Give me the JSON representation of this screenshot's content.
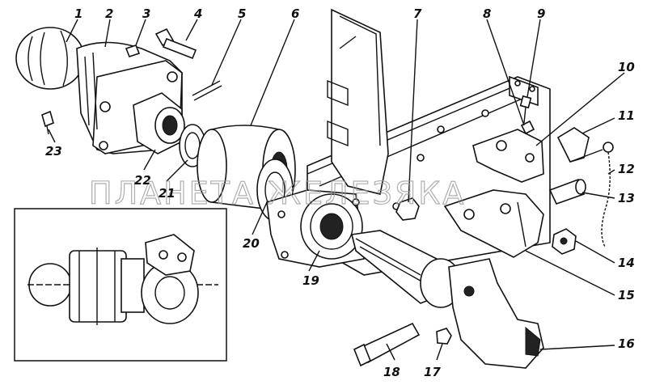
{
  "watermark": "ПЛАНЕТА ЖЕЛЕЗЯКА",
  "callouts": {
    "n1": "1",
    "n2": "2",
    "n3": "3",
    "n4": "4",
    "n5": "5",
    "n6": "6",
    "n7": "7",
    "n8": "8",
    "n9": "9",
    "n10": "10",
    "n11": "11",
    "n12": "12",
    "n13": "13",
    "n14": "14",
    "n15": "15",
    "n16": "16",
    "n17": "17",
    "n18": "18",
    "n19": "19",
    "n20": "20",
    "n21": "21",
    "n22": "22",
    "n23": "23"
  }
}
